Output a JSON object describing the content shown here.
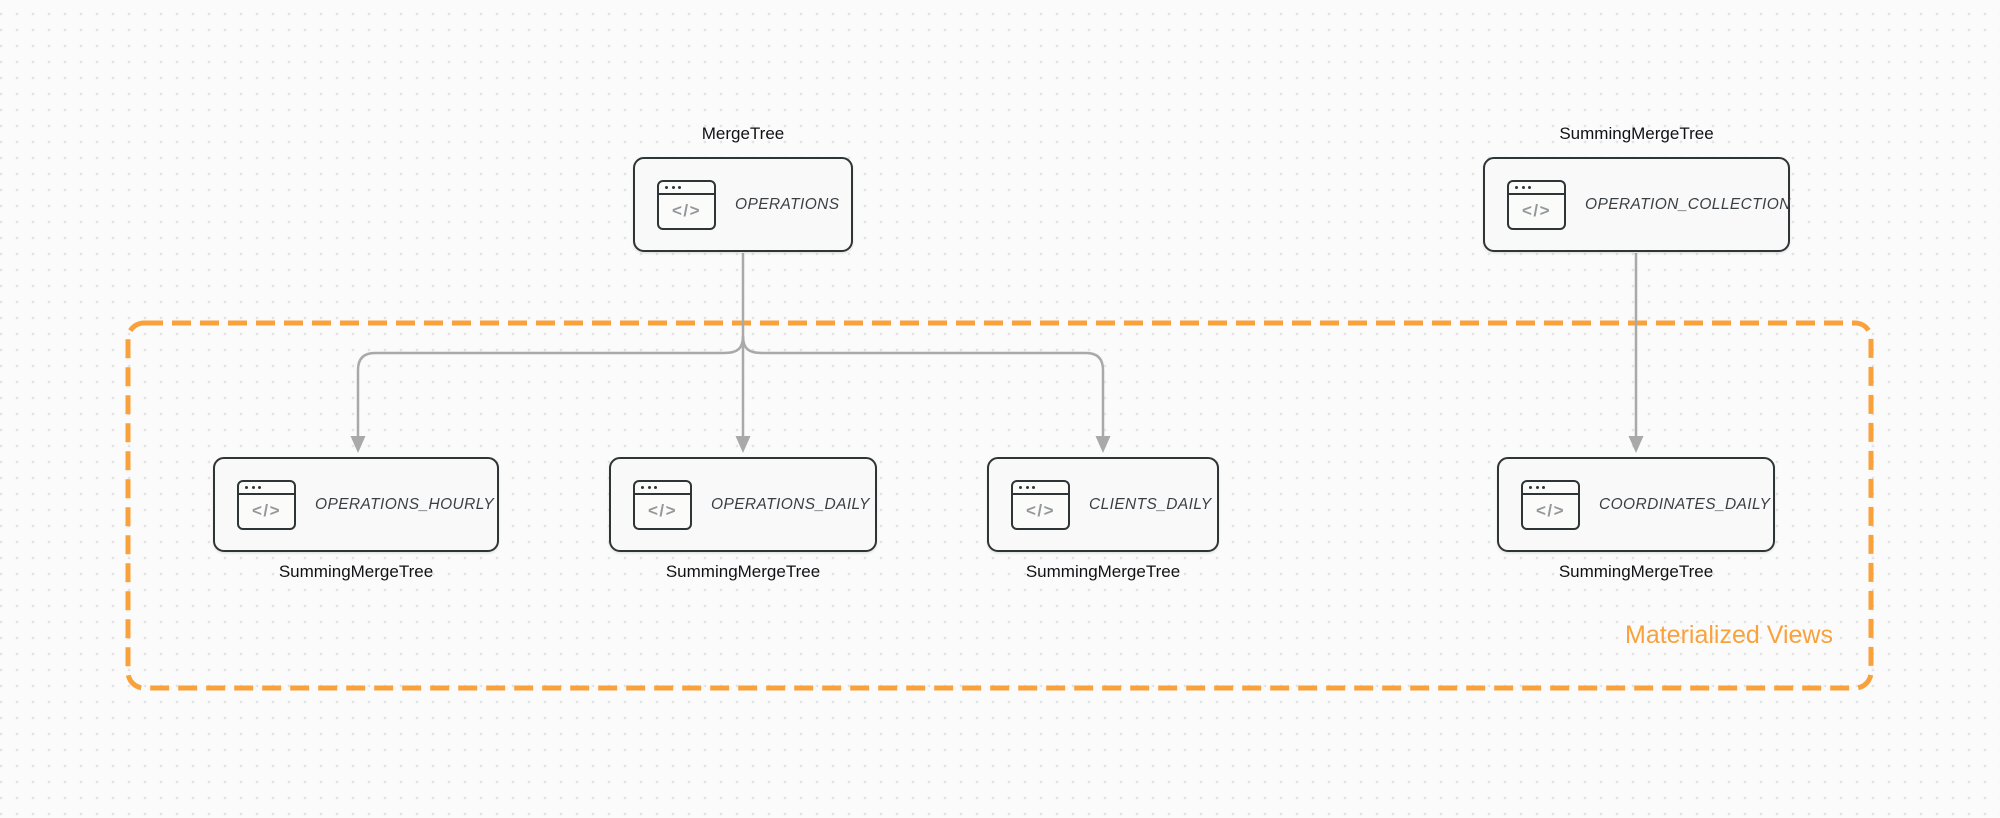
{
  "region": {
    "label": "Materialized Views"
  },
  "icons": {
    "code_glyph": "</>"
  },
  "colors": {
    "accent_orange": "#F9A23C",
    "node_border": "#2F3437",
    "node_fill": "#F8F9F8",
    "arrow_gray": "#A9A9A9",
    "grid_dot": "#E4E4E4"
  },
  "nodes": {
    "operations": {
      "table": "OPERATIONS",
      "engine": "MergeTree"
    },
    "operation_collection": {
      "table": "OPERATION_COLLECTION",
      "engine": "SummingMergeTree"
    },
    "operations_hourly": {
      "table": "OPERATIONS_HOURLY",
      "engine": "SummingMergeTree"
    },
    "operations_daily": {
      "table": "OPERATIONS_DAILY",
      "engine": "SummingMergeTree"
    },
    "clients_daily": {
      "table": "CLIENTS_DAILY",
      "engine": "SummingMergeTree"
    },
    "coordinates_daily": {
      "table": "COORDINATES_DAILY",
      "engine": "SummingMergeTree"
    }
  },
  "edges": [
    {
      "from": "OPERATIONS",
      "to": "OPERATIONS_HOURLY"
    },
    {
      "from": "OPERATIONS",
      "to": "OPERATIONS_DAILY"
    },
    {
      "from": "OPERATIONS",
      "to": "CLIENTS_DAILY"
    },
    {
      "from": "OPERATION_COLLECTION",
      "to": "COORDINATES_DAILY"
    }
  ]
}
